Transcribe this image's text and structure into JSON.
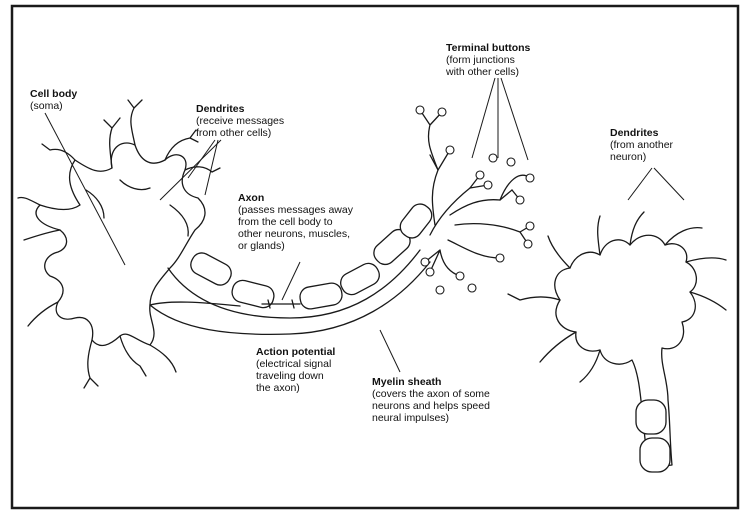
{
  "labels": {
    "cell_body": {
      "title": "Cell body",
      "lines": [
        "(soma)"
      ]
    },
    "dendrites": {
      "title": "Dendrites",
      "lines": [
        "(receive messages",
        "from other cells)"
      ]
    },
    "axon": {
      "title": "Axon",
      "lines": [
        "(passes messages away",
        "from the cell body to",
        "other neurons, muscles,",
        "or glands)"
      ]
    },
    "terminal_buttons": {
      "title": "Terminal buttons",
      "lines": [
        "(form junctions",
        "with other cells)"
      ]
    },
    "dendrites_other": {
      "title": "Dendrites",
      "lines": [
        "(from another",
        "neuron)"
      ]
    },
    "action_potential": {
      "title": "Action potential",
      "lines": [
        "(electrical signal",
        "traveling down",
        "the axon)"
      ]
    },
    "myelin_sheath": {
      "title": "Myelin sheath",
      "lines": [
        "(covers the axon of some",
        "neurons and helps speed",
        "neural impulses)"
      ]
    }
  }
}
